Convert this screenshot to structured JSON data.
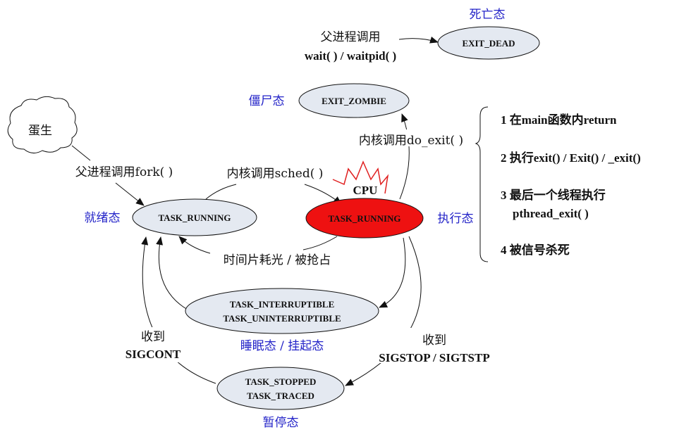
{
  "colors": {
    "state_fill": "#e4e9f1",
    "running_fill": "#ee1111",
    "state_label": "#2323c8",
    "cpu_crown": "#e02020"
  },
  "states": {
    "exit_dead": {
      "name": "EXIT_DEAD",
      "label": "死亡态"
    },
    "exit_zombie": {
      "name": "EXIT_ZOMBIE",
      "label": "僵尸态"
    },
    "birth": {
      "name": "蛋生"
    },
    "ready": {
      "name": "TASK_RUNNING",
      "label": "就绪态"
    },
    "running": {
      "name": "TASK_RUNNING",
      "label": "执行态",
      "cpu": "CPU"
    },
    "sleep": {
      "line1": "TASK_INTERRUPTIBLE",
      "line2": "TASK_UNINTERRUPTIBLE",
      "label": "睡眠态 / 挂起态"
    },
    "stopped": {
      "line1": "TASK_STOPPED",
      "line2": "TASK_TRACED",
      "label": "暂停态"
    }
  },
  "transitions": {
    "wait": {
      "line1": "父进程调用",
      "line2": "wait( ) / waitpid( )"
    },
    "fork": "父进程调用fork( )",
    "sched": "内核调用sched( )",
    "do_exit": "内核调用do_exit( )",
    "preempt": "时间片耗光 / 被抢占",
    "sigstop": {
      "line1": "收到",
      "line2": "SIGSTOP / SIGTSTP"
    },
    "sigcont": {
      "line1": "收到",
      "line2": "SIGCONT"
    }
  },
  "exit_reasons": [
    "1 在main函数内return",
    "2 执行exit() / Exit() / _exit()",
    "3 最后一个线程执行",
    "pthread_exit( )",
    "4 被信号杀死"
  ]
}
